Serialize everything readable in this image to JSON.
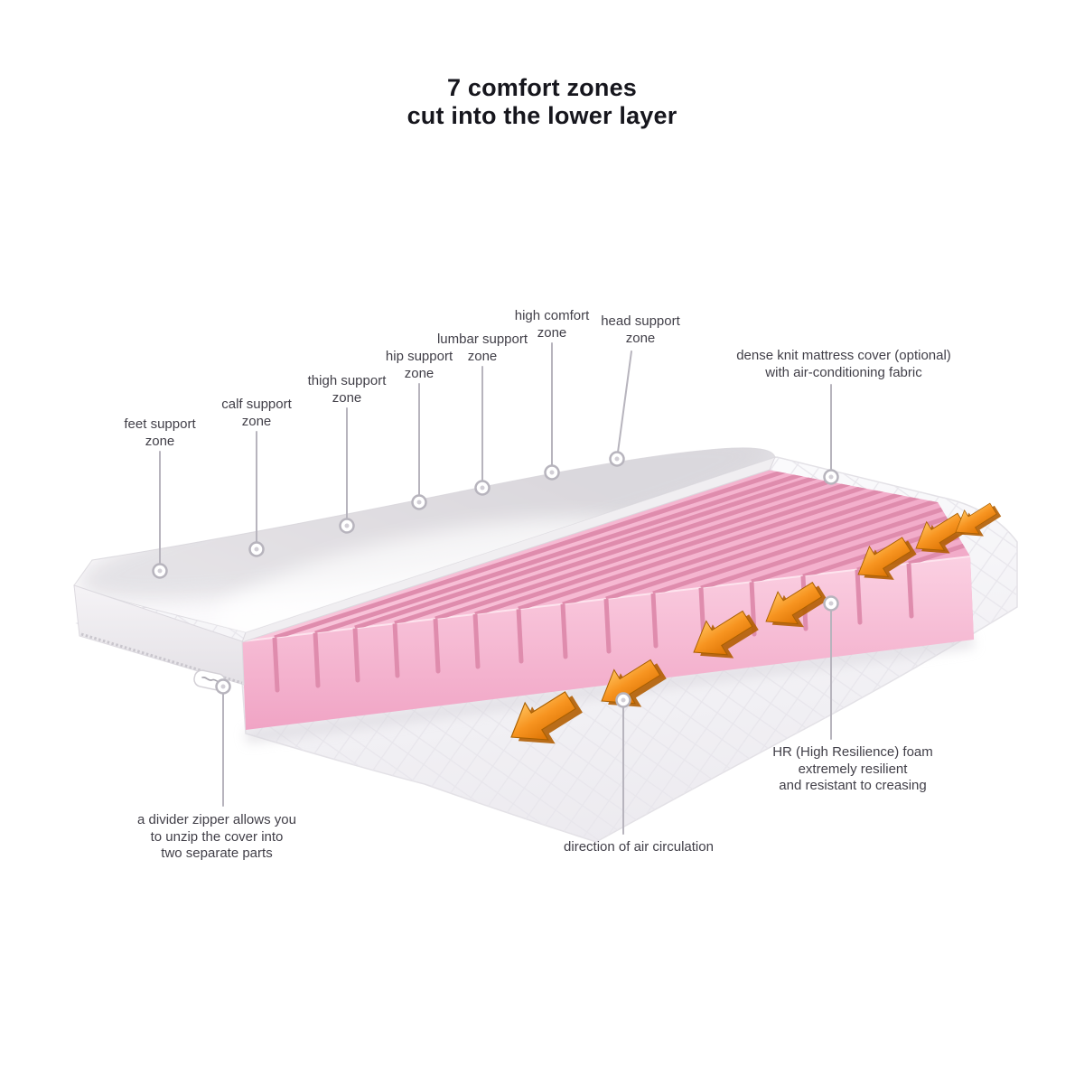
{
  "title": {
    "text": "7 comfort zones\ncut into the lower layer"
  },
  "labels": {
    "feet_support": "feet support\nzone",
    "calf_support": "calf support\nzone",
    "thigh_support": "thigh support\nzone",
    "hip_support": "hip support\nzone",
    "lumbar_support": "lumbar support\nzone",
    "high_comfort": "high comfort\nzone",
    "head_support": "head support\nzone",
    "mattress_cover": "dense knit mattress cover (optional)\nwith air-conditioning fabric",
    "hr_foam": "HR (High Resilience) foam\nextremely resilient\nand resistant to creasing",
    "air_circulation": "direction of air circulation",
    "divider_zipper": "a divider zipper allows you\nto unzip the cover into\ntwo separate parts"
  },
  "colors": {
    "foam_pink": "#f7bad3",
    "groove_pink": "#df8cad",
    "arrow_orange": "#f79420",
    "cover_white": "#f6f5f7",
    "leader_gray": "#b7b4bd",
    "label_text": "#413f48",
    "title_text": "#16161d"
  }
}
